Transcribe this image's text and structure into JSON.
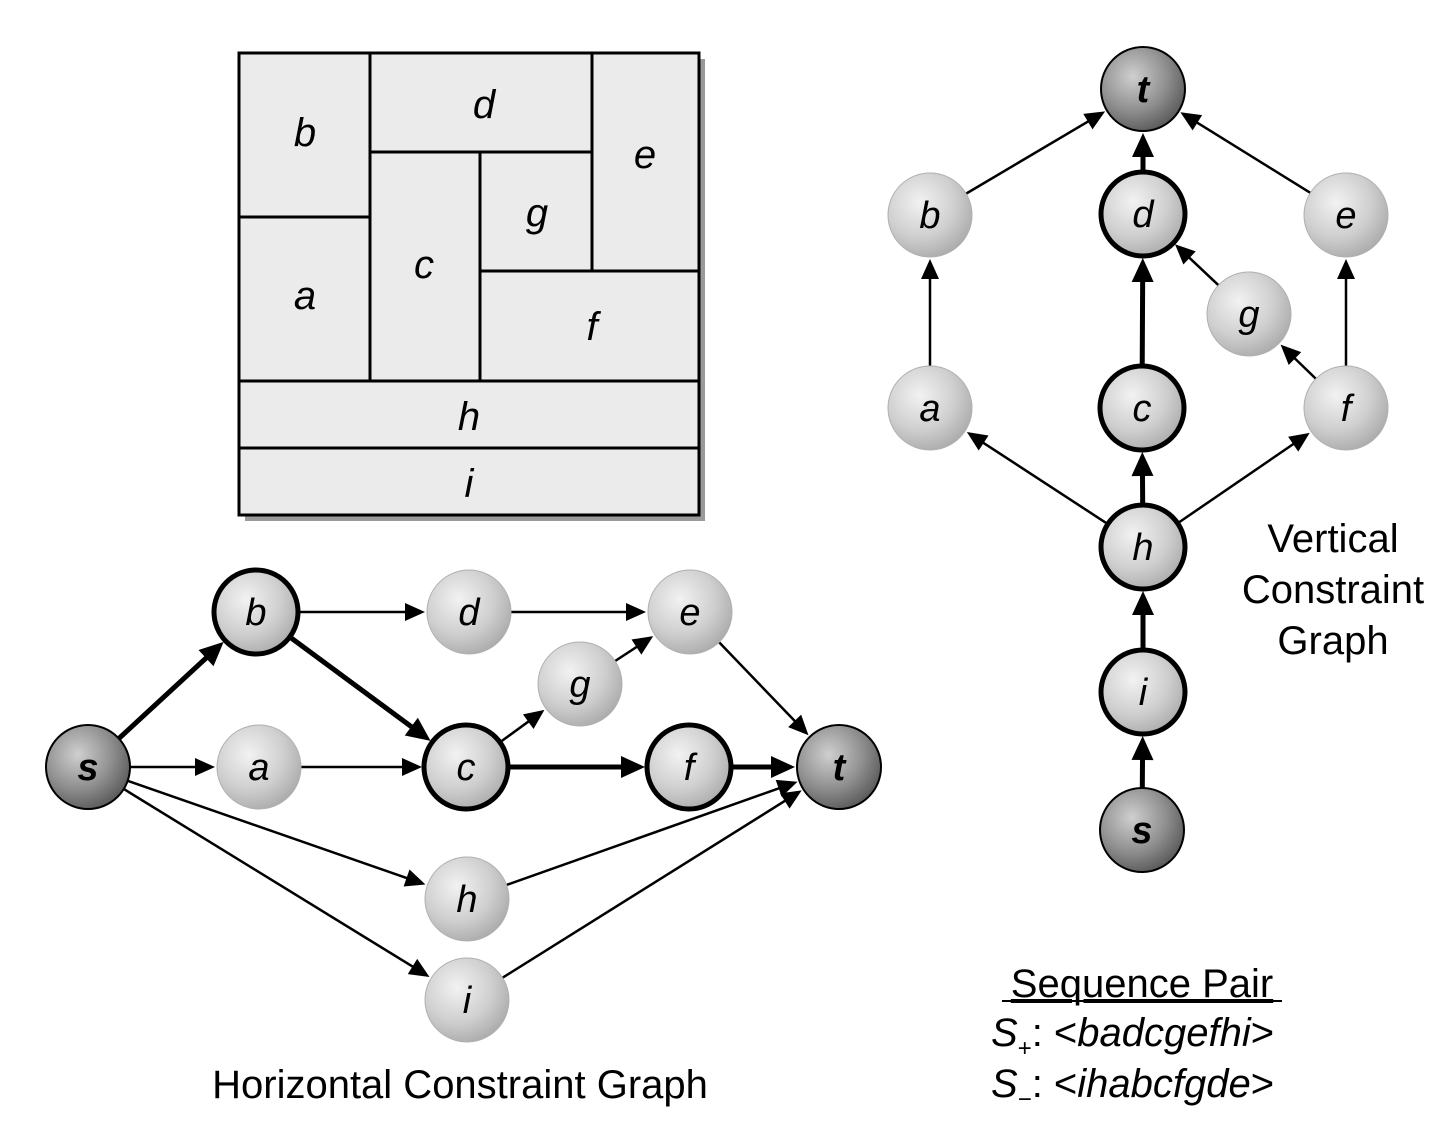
{
  "floorplan": {
    "blocks": [
      {
        "id": "b",
        "label": "b"
      },
      {
        "id": "d",
        "label": "d"
      },
      {
        "id": "e",
        "label": "e"
      },
      {
        "id": "a",
        "label": "a"
      },
      {
        "id": "c",
        "label": "c"
      },
      {
        "id": "g",
        "label": "g"
      },
      {
        "id": "f",
        "label": "f"
      },
      {
        "id": "h",
        "label": "h"
      },
      {
        "id": "i",
        "label": "i"
      }
    ],
    "colors": {
      "fill": "#ebebeb",
      "stroke": "#000000",
      "shadow": "#9a9a9a"
    }
  },
  "horizontal_graph": {
    "caption": "Horizontal Constraint Graph",
    "nodes": [
      {
        "id": "s",
        "label": "s",
        "kind": "terminal"
      },
      {
        "id": "b",
        "label": "b",
        "kind": "critical"
      },
      {
        "id": "d",
        "label": "d",
        "kind": "normal"
      },
      {
        "id": "e",
        "label": "e",
        "kind": "normal"
      },
      {
        "id": "g",
        "label": "g",
        "kind": "normal"
      },
      {
        "id": "a",
        "label": "a",
        "kind": "normal"
      },
      {
        "id": "c",
        "label": "c",
        "kind": "critical"
      },
      {
        "id": "f",
        "label": "f",
        "kind": "critical"
      },
      {
        "id": "t",
        "label": "t",
        "kind": "terminal"
      },
      {
        "id": "h",
        "label": "h",
        "kind": "normal"
      },
      {
        "id": "i",
        "label": "i",
        "kind": "normal"
      }
    ],
    "edges": [
      {
        "from": "s",
        "to": "b",
        "critical": true
      },
      {
        "from": "s",
        "to": "a",
        "critical": false
      },
      {
        "from": "s",
        "to": "h",
        "critical": false
      },
      {
        "from": "s",
        "to": "i",
        "critical": false
      },
      {
        "from": "b",
        "to": "d",
        "critical": false
      },
      {
        "from": "b",
        "to": "c",
        "critical": true
      },
      {
        "from": "a",
        "to": "c",
        "critical": false
      },
      {
        "from": "d",
        "to": "e",
        "critical": false
      },
      {
        "from": "c",
        "to": "g",
        "critical": false
      },
      {
        "from": "c",
        "to": "f",
        "critical": true
      },
      {
        "from": "g",
        "to": "e",
        "critical": false
      },
      {
        "from": "e",
        "to": "t",
        "critical": false
      },
      {
        "from": "f",
        "to": "t",
        "critical": true
      },
      {
        "from": "h",
        "to": "t",
        "critical": false
      },
      {
        "from": "i",
        "to": "t",
        "critical": false
      }
    ]
  },
  "vertical_graph": {
    "caption_lines": [
      "Vertical",
      "Constraint",
      "Graph"
    ],
    "nodes": [
      {
        "id": "t",
        "label": "t",
        "kind": "terminal"
      },
      {
        "id": "b",
        "label": "b",
        "kind": "normal"
      },
      {
        "id": "d",
        "label": "d",
        "kind": "critical"
      },
      {
        "id": "e",
        "label": "e",
        "kind": "normal"
      },
      {
        "id": "g",
        "label": "g",
        "kind": "normal"
      },
      {
        "id": "a",
        "label": "a",
        "kind": "normal"
      },
      {
        "id": "c",
        "label": "c",
        "kind": "critical"
      },
      {
        "id": "f",
        "label": "f",
        "kind": "normal"
      },
      {
        "id": "h",
        "label": "h",
        "kind": "critical"
      },
      {
        "id": "i",
        "label": "i",
        "kind": "critical"
      },
      {
        "id": "s",
        "label": "s",
        "kind": "terminal"
      }
    ],
    "edges": [
      {
        "from": "s",
        "to": "i",
        "critical": true
      },
      {
        "from": "i",
        "to": "h",
        "critical": true
      },
      {
        "from": "h",
        "to": "c",
        "critical": true
      },
      {
        "from": "c",
        "to": "d",
        "critical": true
      },
      {
        "from": "d",
        "to": "t",
        "critical": true
      },
      {
        "from": "h",
        "to": "a",
        "critical": false
      },
      {
        "from": "h",
        "to": "f",
        "critical": false
      },
      {
        "from": "a",
        "to": "b",
        "critical": false
      },
      {
        "from": "b",
        "to": "t",
        "critical": false
      },
      {
        "from": "f",
        "to": "g",
        "critical": false
      },
      {
        "from": "g",
        "to": "d",
        "critical": false
      },
      {
        "from": "f",
        "to": "e",
        "critical": false
      },
      {
        "from": "e",
        "to": "t",
        "critical": false
      }
    ]
  },
  "sequence_pair": {
    "title": "Sequence Pair",
    "s_plus_symbol": "S",
    "s_plus_sub": "+",
    "s_plus_value": "badcgefhi",
    "s_minus_symbol": "S",
    "s_minus_sub": "−",
    "s_minus_value": "ihabcfgde"
  },
  "colors": {
    "node_light": "#ececec",
    "node_mid": "#b9b9b9",
    "node_dark": "#8a8a8a",
    "terminal_light": "#bdbdbd",
    "terminal_dark": "#585858",
    "line": "#000000"
  }
}
